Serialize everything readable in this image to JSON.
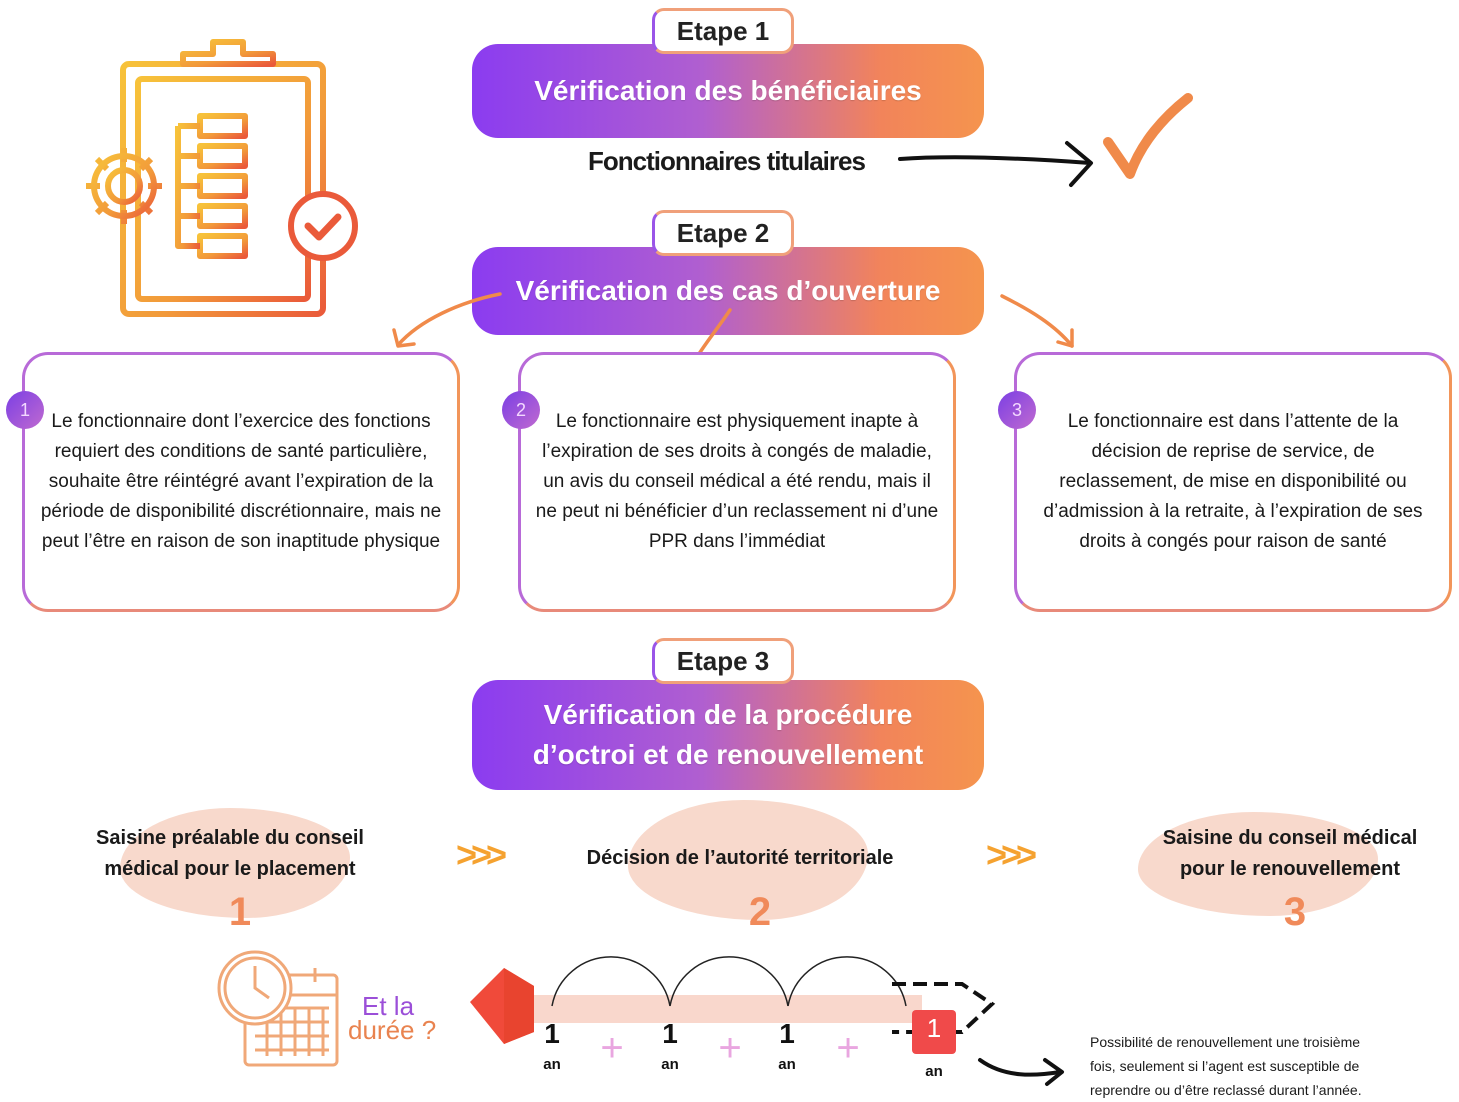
{
  "steps": [
    {
      "label": "Etape 1",
      "title": "Vérification des bénéficiaires"
    },
    {
      "label": "Etape 2",
      "title": "Vérification des cas d’ouverture"
    },
    {
      "label": "Etape 3",
      "title_line1": "Vérification de la procédure",
      "title_line2": "d’octroi et de renouvellement"
    }
  ],
  "beneficiaries": "Fonctionnaires titulaires",
  "cases": [
    {
      "num": "1",
      "text": "Le fonctionnaire dont l’exercice des fonctions requiert des conditions de santé particulière, souhaite être réintégré avant l’expiration de la période de disponibilité discrétionnaire, mais ne peut l’être en raison de son inaptitude physique"
    },
    {
      "num": "2",
      "text": "Le fonctionnaire est physiquement inapte à l’expiration de ses droits à congés de maladie, un avis du conseil médical a été rendu, mais il ne peut ni bénéficier d’un reclassement ni d’une PPR dans l’immédiat"
    },
    {
      "num": "3",
      "text": "Le fonctionnaire est dans l’attente de la décision de reprise de service, de reclassement, de mise en disponibilité ou d’admission à la retraite, à l’expiration de ses droits à congés pour raison de santé"
    }
  ],
  "procedure": [
    {
      "line1": "Saisine préalable du conseil",
      "line2": "médical pour le placement",
      "num": "1"
    },
    {
      "line1": "Décision de l’autorité territoriale",
      "line2": "",
      "num": "2"
    },
    {
      "line1": "Saisine du conseil médical",
      "line2": "pour le renouvellement",
      "num": "3"
    }
  ],
  "chevrons": ">>>",
  "duration": {
    "line1": "Et la",
    "line2": "durée ?"
  },
  "timeline": {
    "segments": [
      {
        "value": "1",
        "unit": "an"
      },
      {
        "value": "1",
        "unit": "an"
      },
      {
        "value": "1",
        "unit": "an"
      },
      {
        "value": "1",
        "unit": "an"
      }
    ],
    "plus": "+"
  },
  "renewal_note": {
    "line1": "Possibilité de renouvellement une troisième",
    "line2": "fois, seulement si l’agent est susceptible de",
    "line3": "reprendre ou d’être reclassé durant l’année."
  },
  "colors": {
    "purple": "#8b3cf0",
    "orange": "#f5944e",
    "peach": "#f8d9cc",
    "red": "#f04a3a"
  }
}
